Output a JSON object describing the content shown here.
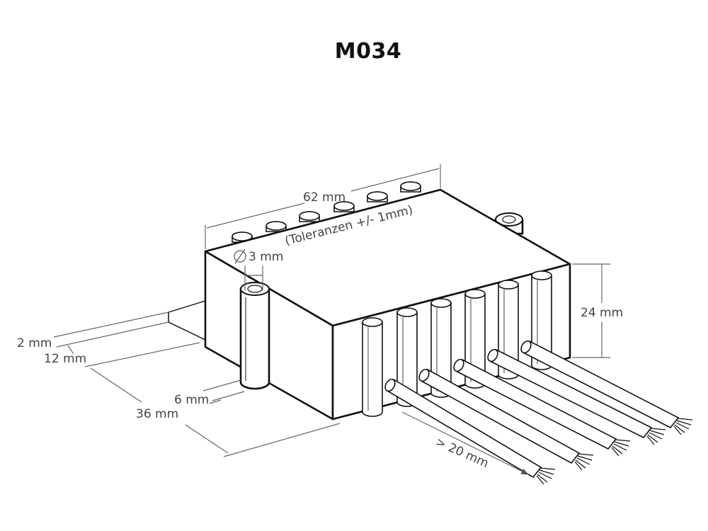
{
  "title": "M034",
  "dimensions": {
    "length": "62 mm",
    "tolerance": "(Toleranzen +/- 1mm)",
    "hole_diameter": "3 mm",
    "height": "24 mm",
    "board_thickness": "2 mm",
    "offset_12": "12 mm",
    "offset_6": "6 mm",
    "width": "36 mm",
    "wire_length": "> 20 mm"
  },
  "colors": {
    "outline": "#111111",
    "dimension": "#666666",
    "text": "#444444"
  }
}
